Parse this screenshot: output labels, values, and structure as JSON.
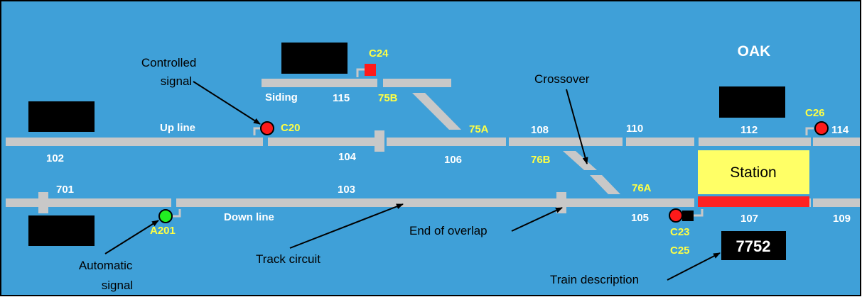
{
  "station_name": "OAK",
  "station_label": "Station",
  "train_description": "7752",
  "lines": {
    "up": "Up line",
    "down": "Down line",
    "siding": "Siding"
  },
  "track_circuits": [
    "102",
    "104",
    "106",
    "108",
    "110",
    "112",
    "114",
    "115",
    "701",
    "103",
    "105",
    "107",
    "109"
  ],
  "points": [
    "75A",
    "75B",
    "76A",
    "76B"
  ],
  "signals": {
    "C20": {
      "label": "C20",
      "aspect": "red",
      "type": "controlled"
    },
    "C24": {
      "label": "C24",
      "aspect": "red",
      "type": "shunt"
    },
    "C26": {
      "label": "C26",
      "aspect": "red",
      "type": "controlled"
    },
    "A201": {
      "label": "A201",
      "aspect": "green",
      "type": "automatic"
    },
    "C23": {
      "label": "C23",
      "aspect": "red",
      "type": "controlled"
    },
    "C25": {
      "label": "C25",
      "aspect": "black",
      "type": "shunt"
    }
  },
  "annotations": {
    "controlled_signal": [
      "Controlled",
      "signal"
    ],
    "crossover": "Crossover",
    "automatic_signal": [
      "Automatic",
      "signal"
    ],
    "track_circuit": "Track circuit",
    "end_of_overlap": "End of overlap",
    "train_description": "Train description"
  },
  "colors": {
    "panel_background": "#3fa0d8",
    "track": "#c8c8c8",
    "label_white": "#ffffff",
    "label_yellow": "#ffff44",
    "signal_red": "#ff1a1a",
    "signal_green": "#22ee22",
    "station_fill": "#ffff66",
    "platform_occupied": "#ff2222",
    "berth": "#000000"
  }
}
